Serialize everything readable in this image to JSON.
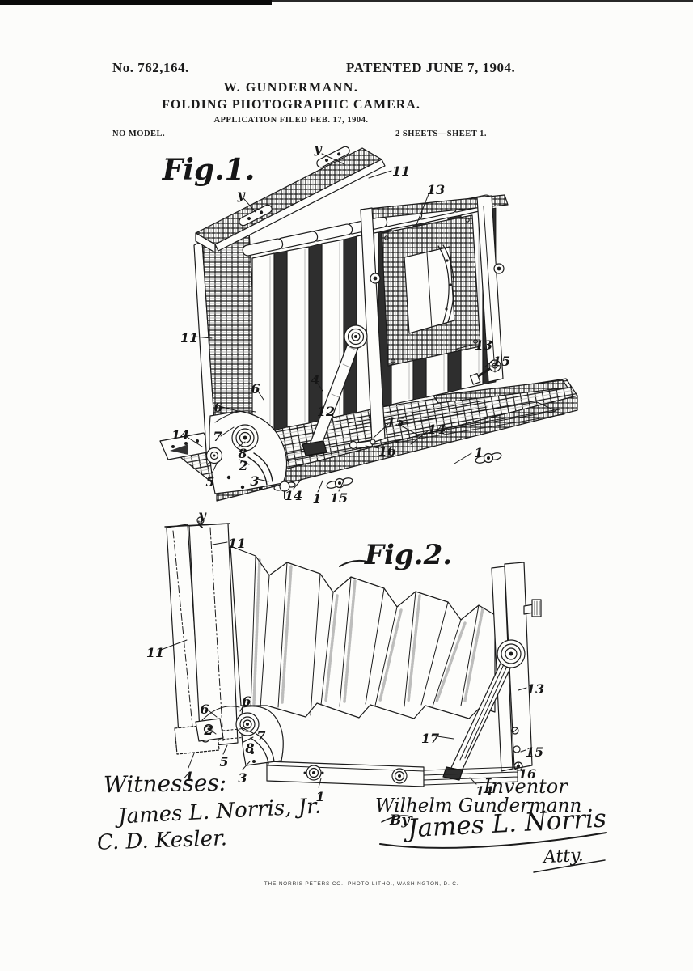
{
  "header": {
    "patent_number": "No. 762,164.",
    "patent_date": "PATENTED JUNE 7, 1904.",
    "inventor_line": "W. GUNDERMANN.",
    "title_line": "FOLDING PHOTOGRAPHIC CAMERA.",
    "application_line": "APPLICATION FILED FEB. 17, 1904.",
    "no_model": "NO MODEL.",
    "sheet_info": "2 SHEETS—SHEET 1."
  },
  "fig1": {
    "caption": "Fig.1.",
    "labels": [
      "y",
      "11",
      "y",
      "13",
      "11",
      "6",
      "14",
      "7",
      "8",
      "2",
      "5",
      "3",
      "6",
      "4",
      "12",
      "15",
      "14",
      "16",
      "1",
      "13",
      "15",
      "14",
      "1",
      "15"
    ]
  },
  "fig2": {
    "caption": "Fig.2.",
    "labels": [
      "y",
      "11",
      "11",
      "6",
      "6",
      "2",
      "7",
      "8",
      "5",
      "4",
      "3",
      "1",
      "17",
      "13",
      "15",
      "16",
      "14"
    ]
  },
  "signatures": {
    "witnesses_heading": "Witnesses:",
    "witness1": "James L. Norris, Jr.",
    "witness2": "C. D. Kesler.",
    "inventor_heading": "Inventor",
    "inventor_signature": "Wilhelm Gundermann",
    "by_label": "By",
    "attorney_signature": "James L. Norris",
    "attorney_title": "Atty."
  },
  "footer": {
    "printer_line": "THE NORRIS PETERS CO., PHOTO-LITHO., WASHINGTON, D. C."
  },
  "colors": {
    "ink": "#1b1b1b",
    "paper": "#fcfcfa"
  }
}
